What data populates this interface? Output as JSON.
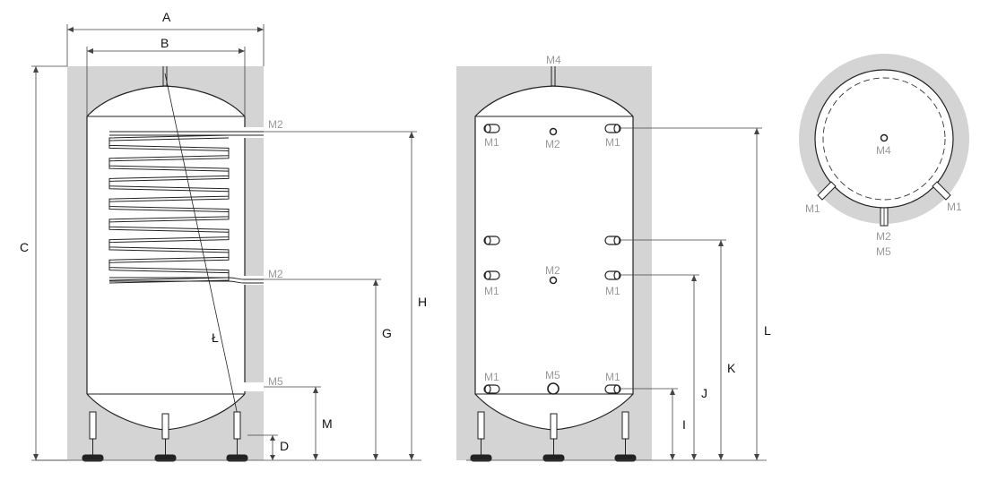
{
  "colors": {
    "insulation": "#d4d4d4",
    "line": "#222222",
    "dimension": "#444444",
    "connection_text": "#9a9a9a"
  },
  "dimensions": {
    "a": "A",
    "b": "B",
    "c": "C",
    "d": "D",
    "g": "G",
    "h": "H",
    "l_slash": "Ł",
    "m": "M",
    "i": "I",
    "j": "J",
    "k": "K",
    "l": "L"
  },
  "left_view": {
    "m2_top": "M2",
    "m2_bottom": "M2",
    "m5": "M5"
  },
  "middle_view": {
    "m4": "M4",
    "m1_top_left": "M1",
    "m2_top": "M2",
    "m1_top_right": "M1",
    "m1_mid_left": "M1",
    "m2_mid": "M2",
    "m1_mid_right": "M1",
    "m1_bottom_left": "M1",
    "m5_bottom": "M5",
    "m1_bottom_right": "M1"
  },
  "top_view": {
    "m4": "M4",
    "m1_left": "M1",
    "m1_right": "M1",
    "m2": "M2",
    "m5": "M5"
  }
}
